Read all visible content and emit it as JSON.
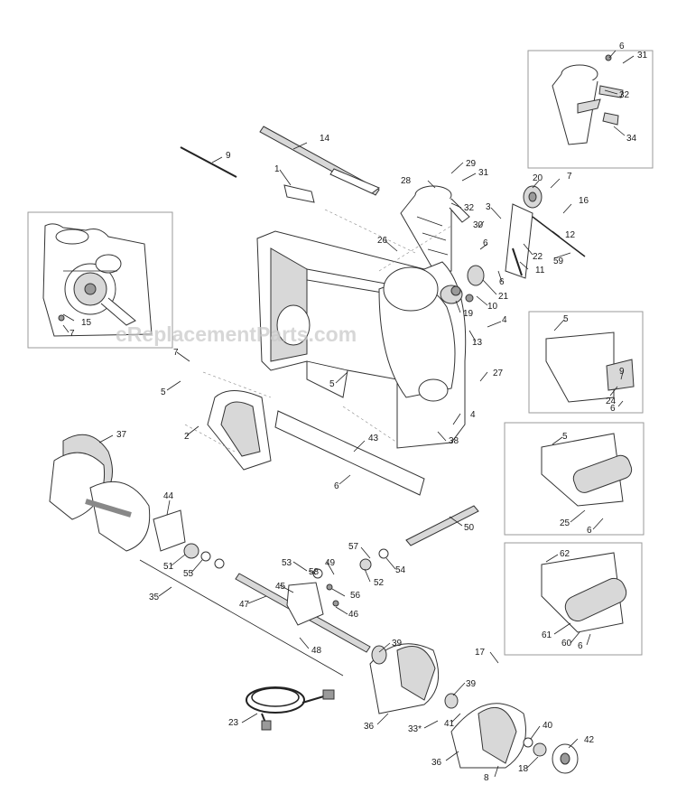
{
  "watermark": "eReplacementParts.com",
  "callouts": [
    {
      "id": "c-6a",
      "text": "6"
    },
    {
      "id": "c-31a",
      "text": "31"
    },
    {
      "id": "c-32a",
      "text": "32"
    },
    {
      "id": "c-34",
      "text": "34"
    },
    {
      "id": "c-14",
      "text": "14"
    },
    {
      "id": "c-9",
      "text": "9"
    },
    {
      "id": "c-1",
      "text": "1"
    },
    {
      "id": "c-29",
      "text": "29"
    },
    {
      "id": "c-31b",
      "text": "31"
    },
    {
      "id": "c-28",
      "text": "28"
    },
    {
      "id": "c-32b",
      "text": "32"
    },
    {
      "id": "c-20",
      "text": "20"
    },
    {
      "id": "c-7a",
      "text": "7"
    },
    {
      "id": "c-16",
      "text": "16"
    },
    {
      "id": "c-3",
      "text": "3"
    },
    {
      "id": "c-30",
      "text": "30"
    },
    {
      "id": "c-12",
      "text": "12"
    },
    {
      "id": "c-26",
      "text": "26"
    },
    {
      "id": "c-6b",
      "text": "6"
    },
    {
      "id": "c-22",
      "text": "22"
    },
    {
      "id": "c-59",
      "text": "59"
    },
    {
      "id": "c-11",
      "text": "11"
    },
    {
      "id": "c-6c",
      "text": "6"
    },
    {
      "id": "c-21",
      "text": "21"
    },
    {
      "id": "c-10",
      "text": "10"
    },
    {
      "id": "c-19",
      "text": "19"
    },
    {
      "id": "c-4a",
      "text": "4"
    },
    {
      "id": "c-13",
      "text": "13"
    },
    {
      "id": "c-15",
      "text": "15"
    },
    {
      "id": "c-7b",
      "text": "7"
    },
    {
      "id": "c-7c",
      "text": "7"
    },
    {
      "id": "c-5a",
      "text": "5"
    },
    {
      "id": "c-5b",
      "text": "5"
    },
    {
      "id": "c-27",
      "text": "27"
    },
    {
      "id": "c-5c",
      "text": "5"
    },
    {
      "id": "c-9b",
      "text": "9"
    },
    {
      "id": "c-24",
      "text": "24"
    },
    {
      "id": "c-6d",
      "text": "6"
    },
    {
      "id": "c-4b",
      "text": "4"
    },
    {
      "id": "c-38",
      "text": "38"
    },
    {
      "id": "c-2",
      "text": "2"
    },
    {
      "id": "c-43",
      "text": "43"
    },
    {
      "id": "c-37",
      "text": "37"
    },
    {
      "id": "c-5d",
      "text": "5"
    },
    {
      "id": "c-6e",
      "text": "6"
    },
    {
      "id": "c-25",
      "text": "25"
    },
    {
      "id": "c-6f",
      "text": "6"
    },
    {
      "id": "c-44",
      "text": "44"
    },
    {
      "id": "c-50",
      "text": "50"
    },
    {
      "id": "c-62",
      "text": "62"
    },
    {
      "id": "c-57",
      "text": "57"
    },
    {
      "id": "c-51",
      "text": "51"
    },
    {
      "id": "c-55",
      "text": "55"
    },
    {
      "id": "c-54",
      "text": "54"
    },
    {
      "id": "c-53",
      "text": "53"
    },
    {
      "id": "c-49",
      "text": "49"
    },
    {
      "id": "c-58",
      "text": "58"
    },
    {
      "id": "c-52",
      "text": "52"
    },
    {
      "id": "c-45",
      "text": "45"
    },
    {
      "id": "c-56",
      "text": "56"
    },
    {
      "id": "c-35",
      "text": "35"
    },
    {
      "id": "c-47",
      "text": "47"
    },
    {
      "id": "c-46",
      "text": "46"
    },
    {
      "id": "c-61",
      "text": "61"
    },
    {
      "id": "c-60",
      "text": "60"
    },
    {
      "id": "c-6g",
      "text": "6"
    },
    {
      "id": "c-48",
      "text": "48"
    },
    {
      "id": "c-39a",
      "text": "39"
    },
    {
      "id": "c-17",
      "text": "17"
    },
    {
      "id": "c-39b",
      "text": "39"
    },
    {
      "id": "c-23",
      "text": "23"
    },
    {
      "id": "c-36a",
      "text": "36"
    },
    {
      "id": "c-33",
      "text": "33*"
    },
    {
      "id": "c-41",
      "text": "41"
    },
    {
      "id": "c-40",
      "text": "40"
    },
    {
      "id": "c-42",
      "text": "42"
    },
    {
      "id": "c-18",
      "text": "18"
    },
    {
      "id": "c-36b",
      "text": "36"
    },
    {
      "id": "c-8",
      "text": "8"
    }
  ]
}
